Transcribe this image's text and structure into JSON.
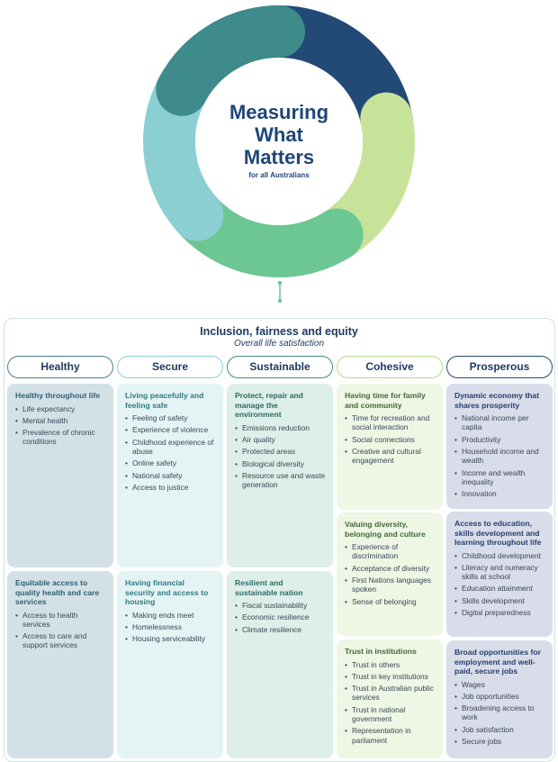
{
  "center": {
    "title_line1": "Measuring",
    "title_line2": "What",
    "title_line3": "Matters",
    "subtitle": "for all Australians"
  },
  "colors": {
    "navy": "#234a77",
    "lime": "#c7e39a",
    "green": "#6cc792",
    "light_teal": "#8bcfd3",
    "teal": "#3f8a8a",
    "connector": "#5cc79b"
  },
  "header": {
    "title": "Inclusion, fairness and equity",
    "subtitle": "Overall life satisfaction"
  },
  "columns": [
    {
      "label": "Healthy",
      "border": "#4a7f95",
      "boxes": [
        {
          "title": "Healthy throughout life",
          "items": [
            "Life expectancy",
            "Mental health",
            "Prevalence of chronic conditions"
          ]
        },
        {
          "title": "Equitable access to quality health and care services",
          "items": [
            "Access to health services",
            "Access to care and support services"
          ]
        }
      ]
    },
    {
      "label": "Secure",
      "border": "#8bd0d6",
      "boxes": [
        {
          "title": "Living peacefully and feeling safe",
          "items": [
            "Feeling of safety",
            "Experience of violence",
            "Childhood experience of abuse",
            "Online safety",
            "National safety",
            "Access to justice"
          ]
        },
        {
          "title": "Having financial security and access to housing",
          "items": [
            "Making ends meet",
            "Homelessness",
            "Housing serviceability"
          ]
        }
      ]
    },
    {
      "label": "Sustainable",
      "border": "#3f8a86",
      "boxes": [
        {
          "title": "Protect, repair and manage the environment",
          "items": [
            "Emissions reduction",
            "Air quality",
            "Protected areas",
            "Biological diversity",
            "Resource use and waste generation"
          ]
        },
        {
          "title": "Resilient and sustainable nation",
          "items": [
            "Fiscal sustainability",
            "Economic resilience",
            "Climate resilience"
          ]
        }
      ]
    },
    {
      "label": "Cohesive",
      "border": "#b7dc8a",
      "boxes": [
        {
          "title": "Having time for family and community",
          "items": [
            "Time for recreation and social interaction",
            "Social connections",
            "Creative and cultural engagement"
          ]
        },
        {
          "title": "Valuing diversity, belonging and culture",
          "items": [
            "Experience of discrimination",
            "Acceptance of diversity",
            "First Nations languages spoken",
            "Sense of belonging"
          ]
        },
        {
          "title": "Trust in institutions",
          "items": [
            "Trust in others",
            "Trust in key institutions",
            "Trust in Australian public services",
            "Trust in national government",
            "Representation in parliament"
          ]
        }
      ]
    },
    {
      "label": "Prosperous",
      "border": "#234a77",
      "boxes": [
        {
          "title": "Dynamic economy that shares prosperity",
          "items": [
            "National income per capita",
            "Productivity",
            "Household income and wealth",
            "Income and wealth inequality",
            "Innovation"
          ]
        },
        {
          "title": "Access to education, skills development and learning throughout life",
          "items": [
            "Childhood development",
            "Literacy and numeracy skills at school",
            "Education attainment",
            "Skills development",
            "Digital preparedness"
          ]
        },
        {
          "title": "Broad opportunities for employment and well-paid, secure jobs",
          "items": [
            "Wages",
            "Job opportunities",
            "Broadening access to work",
            "Job satisfaction",
            "Secure jobs"
          ]
        }
      ]
    }
  ]
}
